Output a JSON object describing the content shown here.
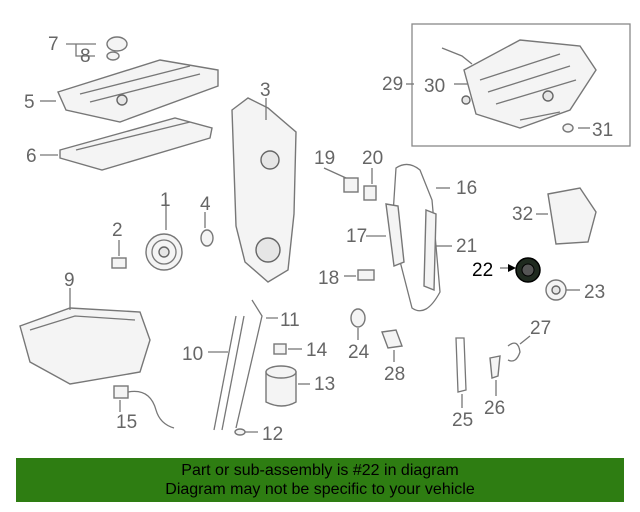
{
  "callouts": [
    "1",
    "2",
    "3",
    "4",
    "5",
    "6",
    "7",
    "8",
    "9",
    "10",
    "11",
    "12",
    "13",
    "14",
    "15",
    "16",
    "17",
    "18",
    "19",
    "20",
    "21",
    "22",
    "23",
    "24",
    "25",
    "26",
    "27",
    "28",
    "29",
    "30",
    "31",
    "32"
  ],
  "highlight_color": "#2e7d12",
  "banner": {
    "line1": "Part or sub-assembly is #22 in diagram",
    "line2": "Diagram may not be specific to your vehicle"
  }
}
